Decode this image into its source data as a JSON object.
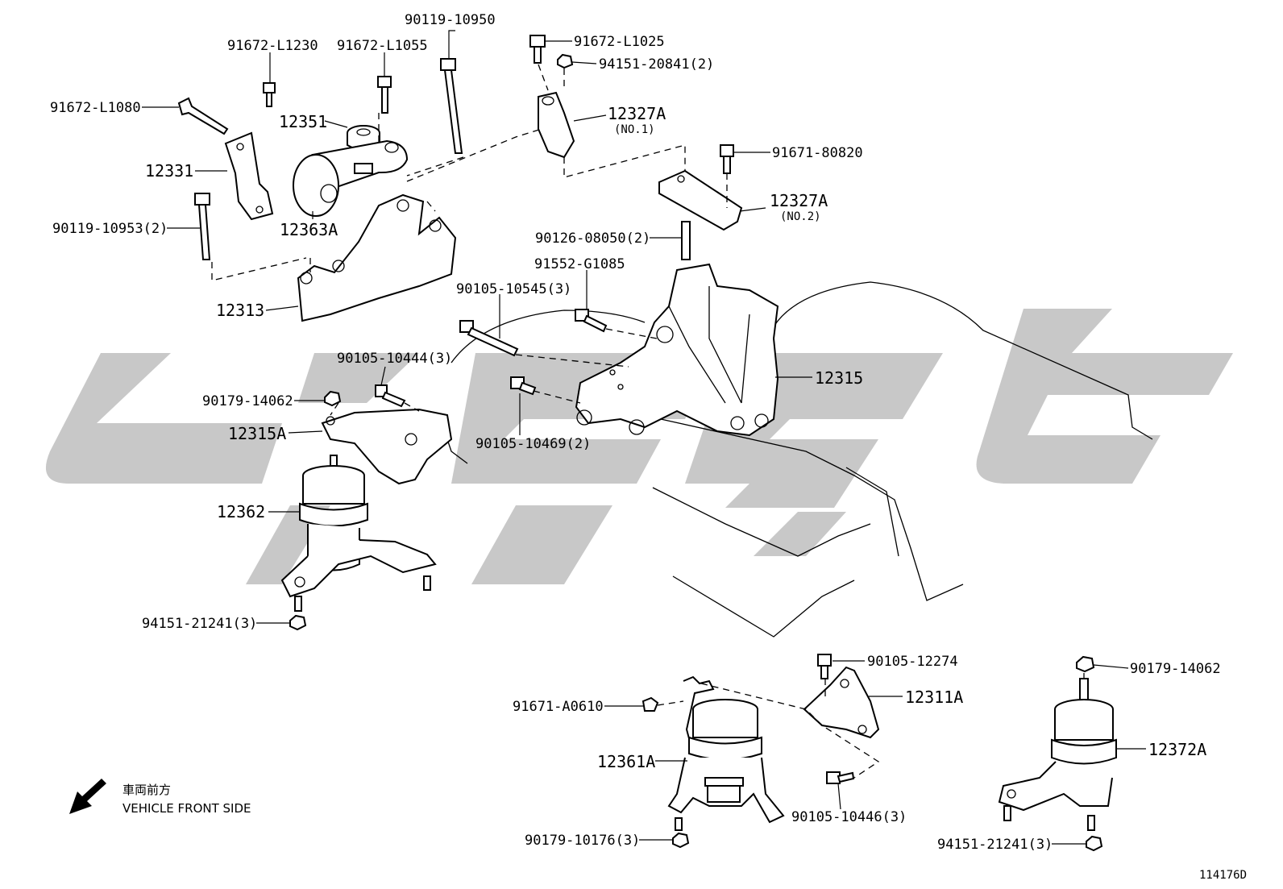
{
  "diagram": {
    "id_code": "114176D",
    "direction_note": {
      "jp": "車両前方",
      "en": "VEHICLE FRONT SIDE"
    },
    "watermark_color": "#c8c8c8",
    "labels": [
      {
        "key": "p90119_10950",
        "text": "90119-10950"
      },
      {
        "key": "p91672_L1230",
        "text": "91672-L1230"
      },
      {
        "key": "p91672_L1055",
        "text": "91672-L1055"
      },
      {
        "key": "p91672_L1025",
        "text": "91672-L1025"
      },
      {
        "key": "p94151_20841",
        "text": "94151-20841(2)"
      },
      {
        "key": "p91672_L1080",
        "text": "91672-L1080"
      },
      {
        "key": "p12351",
        "text": "12351"
      },
      {
        "key": "p12327A_1",
        "text": "12327A"
      },
      {
        "key": "p12327A_1_sub",
        "text": "(NO.1)"
      },
      {
        "key": "p91671_80820",
        "text": "91671-80820"
      },
      {
        "key": "p12331",
        "text": "12331"
      },
      {
        "key": "p12327A_2",
        "text": "12327A"
      },
      {
        "key": "p12327A_2_sub",
        "text": "(NO.2)"
      },
      {
        "key": "p90119_10953",
        "text": "90119-10953(2)"
      },
      {
        "key": "p12363A",
        "text": "12363A"
      },
      {
        "key": "p90126_08050",
        "text": "90126-08050(2)"
      },
      {
        "key": "p91552_G1085",
        "text": "91552-G1085"
      },
      {
        "key": "p90105_10545",
        "text": "90105-10545(3)"
      },
      {
        "key": "p12313",
        "text": "12313"
      },
      {
        "key": "p90105_10444",
        "text": "90105-10444(3)"
      },
      {
        "key": "p12315",
        "text": "12315"
      },
      {
        "key": "p90179_14062_a",
        "text": "90179-14062"
      },
      {
        "key": "p12315A",
        "text": "12315A"
      },
      {
        "key": "p90105_10469",
        "text": "90105-10469(2)"
      },
      {
        "key": "p12362",
        "text": "12362"
      },
      {
        "key": "p94151_21241_a",
        "text": "94151-21241(3)"
      },
      {
        "key": "p90105_12274",
        "text": "90105-12274"
      },
      {
        "key": "p90179_14062_b",
        "text": "90179-14062"
      },
      {
        "key": "p12311A",
        "text": "12311A"
      },
      {
        "key": "p91671_A0610",
        "text": "91671-A0610"
      },
      {
        "key": "p12361A",
        "text": "12361A"
      },
      {
        "key": "p12372A",
        "text": "12372A"
      },
      {
        "key": "p90105_10446",
        "text": "90105-10446(3)"
      },
      {
        "key": "p90179_10176",
        "text": "90179-10176(3)"
      },
      {
        "key": "p94151_21241_b",
        "text": "94151-21241(3)"
      }
    ]
  }
}
